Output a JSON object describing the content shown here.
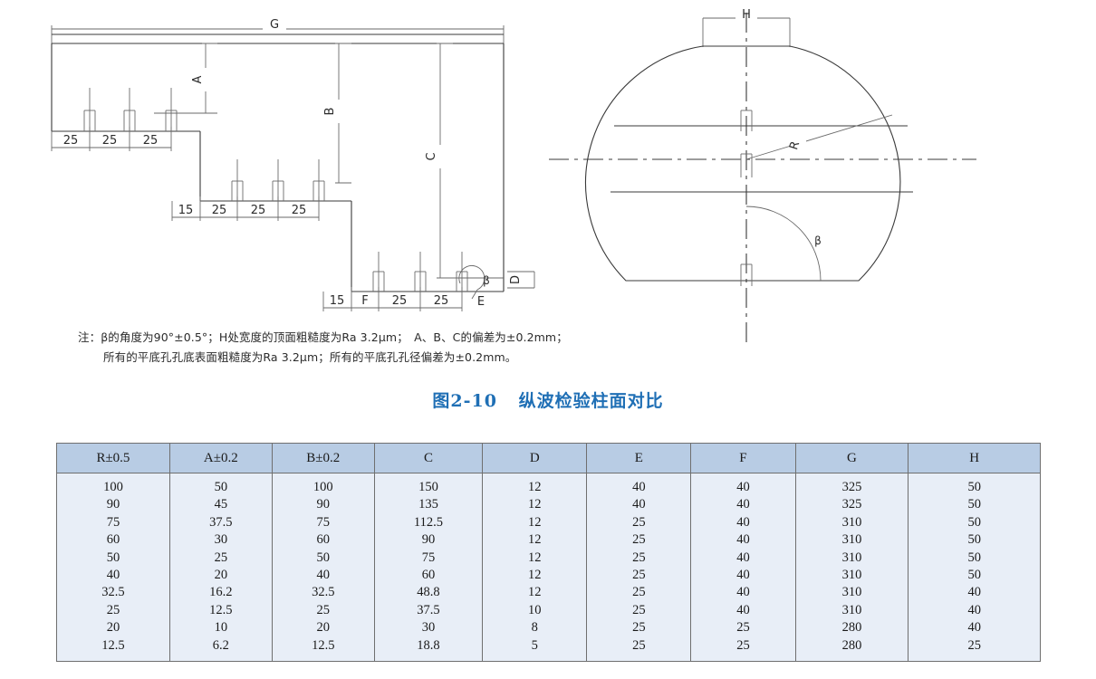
{
  "figure": {
    "caption_number": "图2-10",
    "caption_title": "纵波检验柱面对比",
    "caption_color": "#1f6fb5"
  },
  "note": {
    "line1": "注：β的角度为90°±0.5°；H处宽度的顶面粗糙度为Ra 3.2μm；　A、B、C的偏差为±0.2mm；",
    "line2": "所有的平底孔孔底表面粗糙度为Ra 3.2μm；所有的平底孔孔径偏差为±0.2mm。"
  },
  "side_view": {
    "labels": {
      "G": "G",
      "A": "A",
      "B": "B",
      "C": "C",
      "D": "D",
      "E": "E",
      "F": "F",
      "beta": "β"
    },
    "step1_dims": [
      "25",
      "25",
      "25"
    ],
    "step2_dims": [
      "15",
      "25",
      "25",
      "25"
    ],
    "step3_dims": [
      "15",
      "F",
      "25",
      "25"
    ]
  },
  "end_view": {
    "labels": {
      "H": "H",
      "R": "R",
      "beta": "β"
    }
  },
  "table": {
    "headers": [
      "R±0.5",
      "A±0.2",
      "B±0.2",
      "C",
      "D",
      "E",
      "F",
      "G",
      "H"
    ],
    "rows": [
      [
        "100",
        "50",
        "100",
        "150",
        "12",
        "40",
        "40",
        "325",
        "50"
      ],
      [
        "90",
        "45",
        "90",
        "135",
        "12",
        "40",
        "40",
        "325",
        "50"
      ],
      [
        "75",
        "37.5",
        "75",
        "112.5",
        "12",
        "25",
        "40",
        "310",
        "50"
      ],
      [
        "60",
        "30",
        "60",
        "90",
        "12",
        "25",
        "40",
        "310",
        "50"
      ],
      [
        "50",
        "25",
        "50",
        "75",
        "12",
        "25",
        "40",
        "310",
        "50"
      ],
      [
        "40",
        "20",
        "40",
        "60",
        "12",
        "25",
        "40",
        "310",
        "50"
      ],
      [
        "32.5",
        "16.2",
        "32.5",
        "48.8",
        "12",
        "25",
        "40",
        "310",
        "40"
      ],
      [
        "25",
        "12.5",
        "25",
        "37.5",
        "10",
        "25",
        "40",
        "310",
        "40"
      ],
      [
        "20",
        "10",
        "20",
        "30",
        "8",
        "25",
        "25",
        "280",
        "40"
      ],
      [
        "12.5",
        "6.2",
        "12.5",
        "18.8",
        "5",
        "25",
        "25",
        "280",
        "25"
      ]
    ],
    "header_bg": "#b8cce4",
    "cell_bg": "#e8eef7",
    "border_color": "#6f6f6f"
  }
}
